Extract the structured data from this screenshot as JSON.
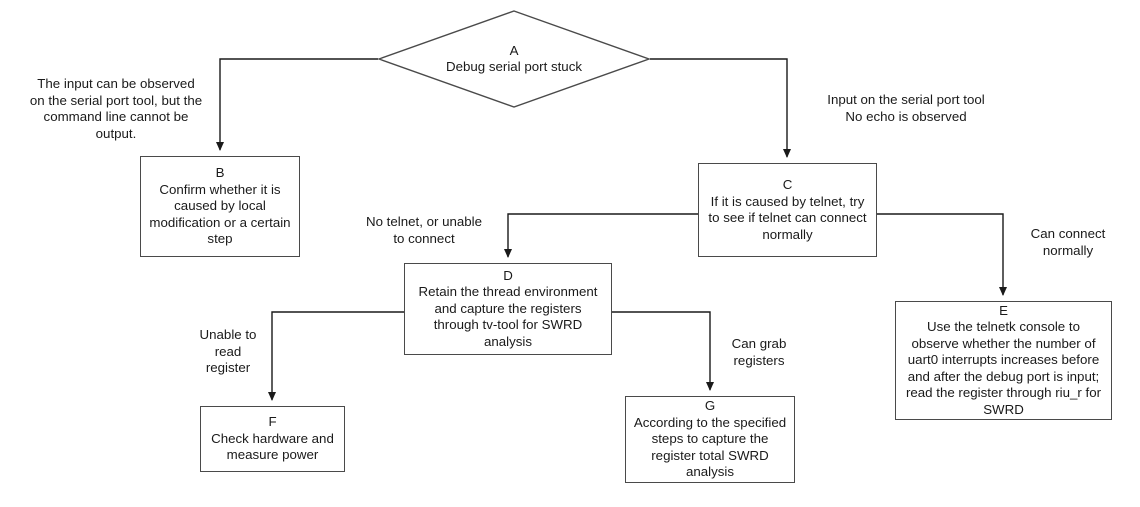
{
  "diagram": {
    "type": "flowchart",
    "title": "Debug serial port stuck troubleshooting flowchart",
    "stroke_color": "#4a4a4a",
    "edge_color": "#1a1a1a",
    "text_color": "#1a1a1a",
    "background": "#ffffff"
  },
  "nodes": {
    "a": {
      "id": "A",
      "text": "Debug serial port stuck",
      "shape": "diamond"
    },
    "b": {
      "id": "B",
      "text": "Confirm whether it is\ncaused by local\nmodification or a certain\nstep",
      "shape": "rect"
    },
    "c": {
      "id": "C",
      "text": "If it is caused by telnet, try\nto see if telnet can connect\nnormally",
      "shape": "rect"
    },
    "d": {
      "id": "D",
      "text": "Retain the thread environment\nand capture the registers\nthrough tv-tool for SWRD\nanalysis",
      "shape": "rect"
    },
    "e": {
      "id": "E",
      "text": "Use the telnetk console to\nobserve whether the number of\nuart0 interrupts increases before\nand after the debug port is input;\nread the register through riu_r for\nSWRD",
      "shape": "rect"
    },
    "f": {
      "id": "F",
      "text": "Check hardware and\nmeasure power",
      "shape": "rect"
    },
    "g": {
      "id": "G",
      "text": "According to the specified\nsteps to capture the\nregister total SWRD\nanalysis",
      "shape": "rect"
    }
  },
  "edge_labels": {
    "a_to_b": "The input can be observed\non the serial port tool, but the\ncommand line cannot be\noutput.",
    "a_to_c": "Input on the serial port tool\nNo echo is observed",
    "c_to_d": "No telnet, or unable\nto connect",
    "c_to_e": "Can connect\nnormally",
    "d_to_f": "Unable to\nread\nregister",
    "d_to_g": "Can grab\nregisters"
  }
}
